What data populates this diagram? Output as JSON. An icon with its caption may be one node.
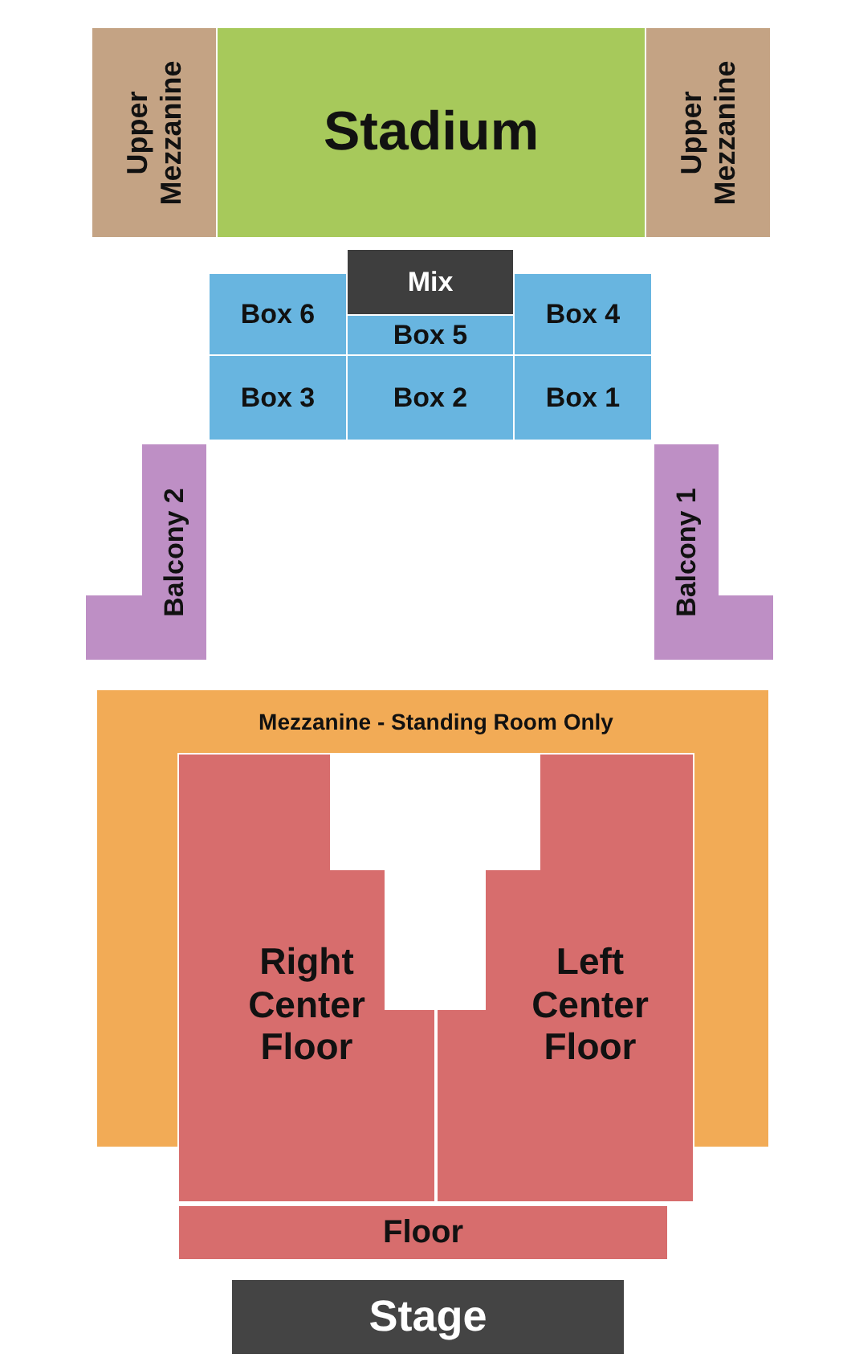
{
  "diagram": {
    "nodes": [
      {
        "text": [
          "Upper Mezzanine"
        ]
      },
      {
        "text": [
          "Stadium"
        ]
      },
      {
        "text": [
          "Upper Mezzanine"
        ]
      },
      {
        "text": [
          "Mix"
        ]
      },
      {
        "text": [
          "Box 6"
        ]
      },
      {
        "text": [
          "Box 5"
        ]
      },
      {
        "text": [
          "Box 4"
        ]
      },
      {
        "text": [
          "Box 3"
        ]
      },
      {
        "text": [
          "Box 2"
        ]
      },
      {
        "text": [
          "Box 1"
        ]
      },
      {
        "text": [
          "Balcony 2"
        ]
      },
      {
        "text": [
          "Balcony 1"
        ]
      },
      {
        "text": [
          "Mezzanine - Standing Room Only"
        ]
      },
      {
        "text": [
          "Right Center Floor"
        ]
      },
      {
        "text": [
          "Left Center Floor"
        ]
      },
      {
        "text": [
          "Floor"
        ]
      },
      {
        "text": [
          "Stage"
        ]
      }
    ]
  }
}
